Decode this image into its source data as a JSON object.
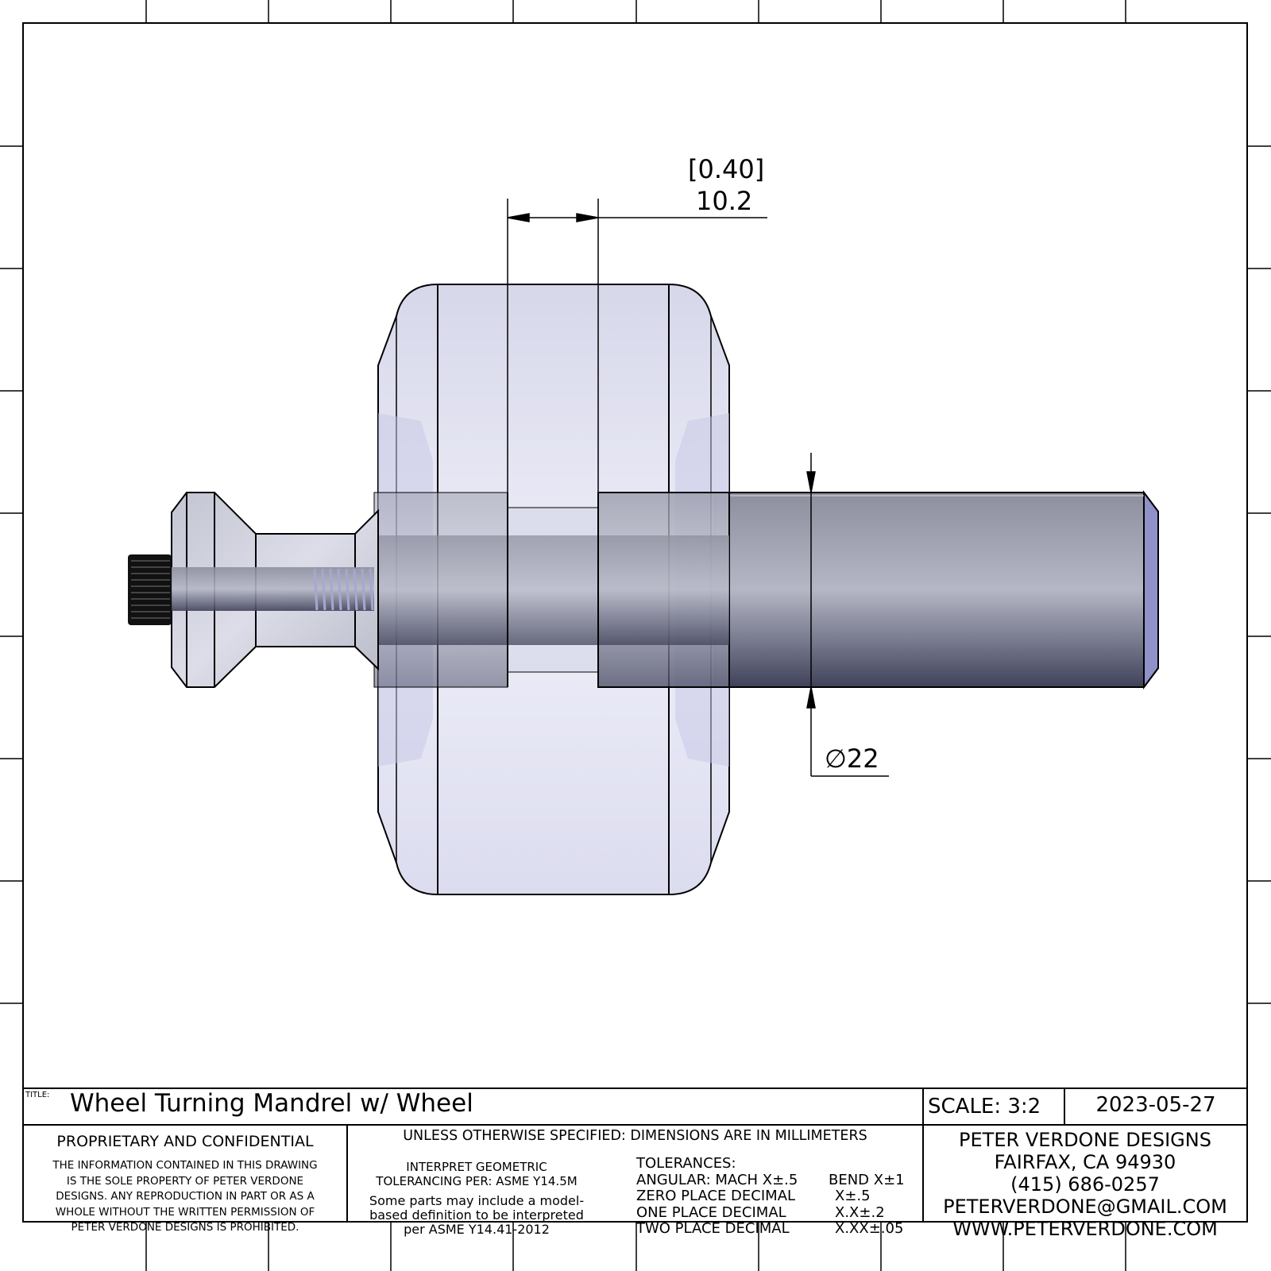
{
  "dimensions": {
    "width_inch": "[0.40]",
    "width_mm": "10.2",
    "diameter_symbol": "∅",
    "diameter": "22"
  },
  "title_block": {
    "title_label": "TITLE:",
    "title": "Wheel Turning Mandrel w/ Wheel",
    "scale": "SCALE: 3:2",
    "date": "2023-05-27",
    "proprietary_heading": "PROPRIETARY AND CONFIDENTIAL",
    "proprietary_lines": [
      "THE INFORMATION CONTAINED IN THIS DRAWING",
      "IS THE SOLE PROPERTY OF PETER VERDONE",
      "DESIGNS.  ANY  REPRODUCTION IN PART OR AS A",
      "WHOLE WITHOUT THE WRITTEN PERMISSION OF",
      "PETER VERDONE DESIGNS IS PROHIBITED."
    ],
    "units_note": "UNLESS OTHERWISE SPECIFIED: DIMENSIONS ARE IN MILLIMETERS",
    "gdt_lines": [
      "INTERPRET GEOMETRIC",
      "TOLERANCING PER: ASME Y14.5M"
    ],
    "mbd_lines": [
      "Some parts may include a model-",
      "based definition to be interpreted",
      "per ASME Y14.41-2012"
    ],
    "tolerances_heading": "TOLERANCES:",
    "tolerances": [
      {
        "label": "ANGULAR: MACH X±.5",
        "value": "BEND X±1"
      },
      {
        "label": "ZERO PLACE DECIMAL",
        "value": "X±.5"
      },
      {
        "label": "ONE PLACE DECIMAL",
        "value": "X.X±.2"
      },
      {
        "label": "TWO PLACE DECIMAL",
        "value": "X.XX±.05"
      }
    ],
    "company_lines": [
      "PETER VERDONE DESIGNS",
      "FAIRFAX, CA 94930",
      "(415) 686-0257",
      "PETERVERDONE@GMAIL.COM",
      "WWW.PETERVERDONE.COM"
    ]
  }
}
